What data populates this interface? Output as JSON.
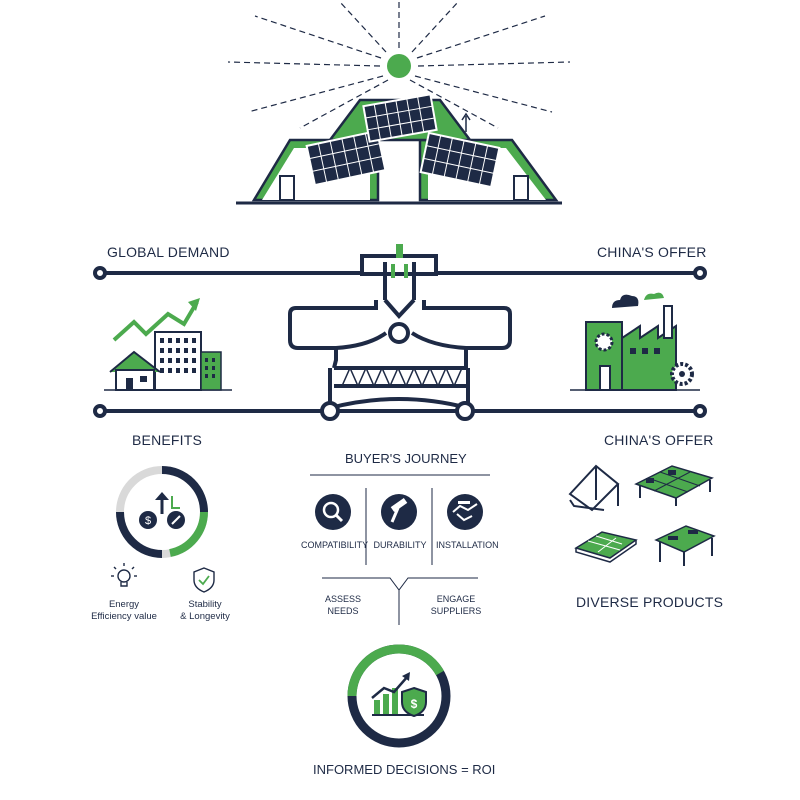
{
  "colors": {
    "navy": "#1e2a45",
    "green": "#4caa4e",
    "light_gray": "#d9d9d9"
  },
  "labels": {
    "global_demand": "GLOBAL DEMAND",
    "china_offer_top": "CHINA'S OFFER",
    "benefits": "BENEFITS",
    "china_offer_mid": "CHINA'S OFFER",
    "buyers_journey": "BUYER'S JOURNEY",
    "diverse_products": "DIVERSE PRODUCTS",
    "informed_decisions": "INFORMED DECISIONS = ROI"
  },
  "benefits": {
    "items": [
      {
        "label_line1": "Energy",
        "label_line2": "Efficiency value",
        "icon": "lightbulb-icon"
      },
      {
        "label_line1": "Stability",
        "label_line2": "& Longevity",
        "icon": "shield-check-icon"
      }
    ]
  },
  "journey": {
    "criteria": [
      {
        "label": "COMPATIBILITY",
        "icon": "magnifier-icon"
      },
      {
        "label": "DURABILITY",
        "icon": "hammer-icon"
      },
      {
        "label": "INSTALLATION",
        "icon": "handshake-icon"
      }
    ],
    "steps": [
      {
        "line1": "ASSESS",
        "line2": "NEEDS"
      },
      {
        "line1": "ENGAGE",
        "line2": "SUPPLIERS"
      }
    ]
  }
}
